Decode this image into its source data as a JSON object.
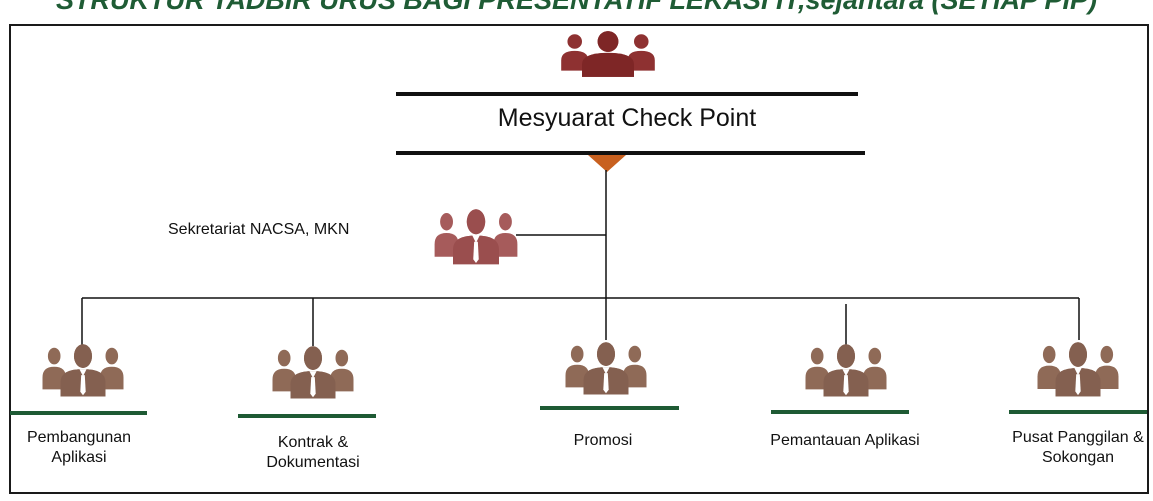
{
  "header": {
    "title": "STRUKTUR TADBIR URUS BAGI PRESENTATIF LEKASI IT,sejantara (SETIAP PIP)"
  },
  "meeting": {
    "title": "Mesyuarat Check Point"
  },
  "secretariat": {
    "label": "Sekretariat NACSA, MKN"
  },
  "departments": [
    {
      "label": "Pembangunan Aplikasi"
    },
    {
      "label": "Kontrak & Dokumentasi"
    },
    {
      "label": "Promosi"
    },
    {
      "label": "Pemantauan Aplikasi"
    },
    {
      "label": "Pusat Panggilan & Sokongan"
    }
  ],
  "icons": {
    "meeting": "people-group-icon",
    "secretariat": "people-group-icon",
    "department": "people-group-icon"
  },
  "colors": {
    "title_green": "#1f5c35",
    "maroon": "#8e3131",
    "rose": "#a65b5b",
    "brown": "#8f6a57",
    "orange_marker": "#c8601f",
    "underline_green": "#1e5a34"
  }
}
